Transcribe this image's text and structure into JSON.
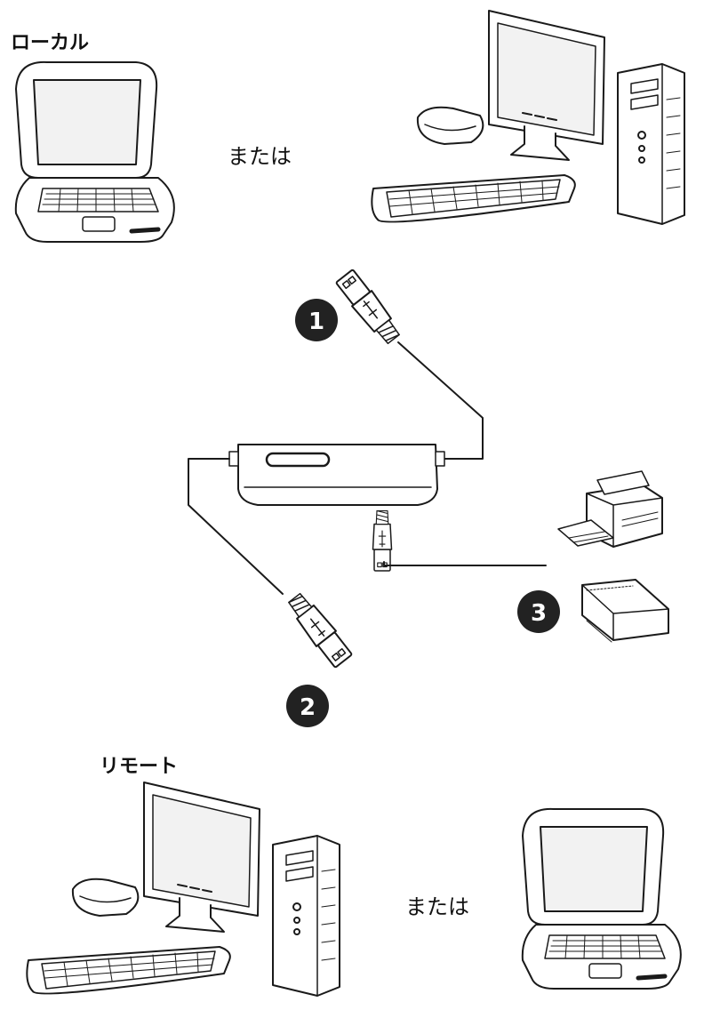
{
  "labels": {
    "local": "ローカル",
    "remote": "リモート",
    "or_top": "または",
    "or_bottom": "または"
  },
  "callouts": [
    "1",
    "2",
    "3"
  ],
  "colors": {
    "line": "#1a1a1a",
    "callout_fill": "#222222",
    "callout_text": "#ffffff",
    "device_fill": "#ffffff",
    "screen_fill": "#f2f2f2"
  },
  "icons": [
    "laptop-icon",
    "desktop-computer-icon",
    "usb-plug-icon",
    "usb-sharing-hub-icon",
    "printer-icon",
    "external-drive-icon"
  ]
}
